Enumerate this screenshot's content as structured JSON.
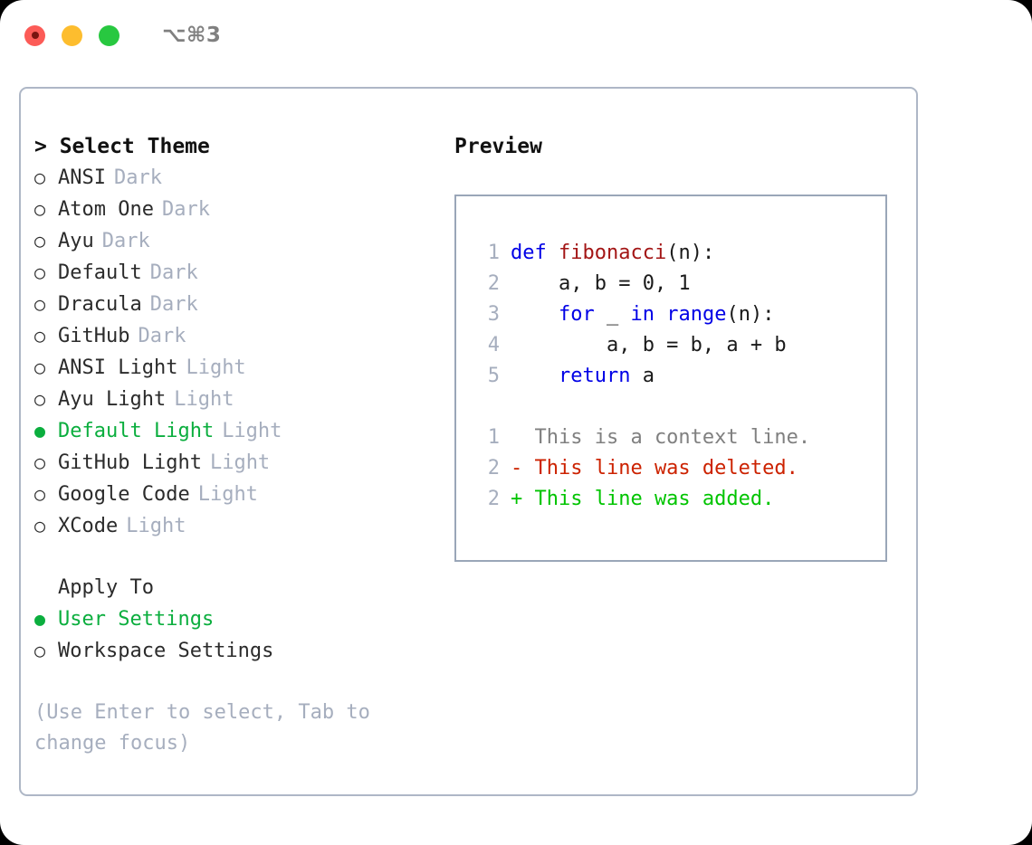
{
  "titlebar": {
    "shortcut": "⌥⌘3",
    "buttons": [
      "close",
      "minimize",
      "zoom"
    ]
  },
  "left": {
    "header": "> Select Theme",
    "marker_on": "●",
    "marker_off": "○",
    "themes": [
      {
        "label": "ANSI",
        "tag": "Dark",
        "selected": false
      },
      {
        "label": "Atom One",
        "tag": "Dark",
        "selected": false
      },
      {
        "label": "Ayu",
        "tag": "Dark",
        "selected": false
      },
      {
        "label": "Default",
        "tag": "Dark",
        "selected": false
      },
      {
        "label": "Dracula",
        "tag": "Dark",
        "selected": false
      },
      {
        "label": "GitHub",
        "tag": "Dark",
        "selected": false
      },
      {
        "label": "ANSI Light",
        "tag": "Light",
        "selected": false
      },
      {
        "label": "Ayu Light",
        "tag": "Light",
        "selected": false
      },
      {
        "label": "Default Light",
        "tag": "Light",
        "selected": true
      },
      {
        "label": "GitHub Light",
        "tag": "Light",
        "selected": false
      },
      {
        "label": "Google Code",
        "tag": "Light",
        "selected": false
      },
      {
        "label": "XCode",
        "tag": "Light",
        "selected": false
      }
    ],
    "apply_to_header": "Apply To",
    "apply_to": [
      {
        "label": "User Settings",
        "selected": true
      },
      {
        "label": "Workspace Settings",
        "selected": false
      }
    ],
    "hint": "(Use Enter to select, Tab to change focus)"
  },
  "preview": {
    "title": "Preview",
    "code_lines": [
      {
        "no": "1",
        "tokens": [
          {
            "t": "def",
            "c": "kw"
          },
          {
            "t": " ",
            "c": "code-text"
          },
          {
            "t": "fibonacci",
            "c": "fn"
          },
          {
            "t": "(n):",
            "c": "code-text"
          }
        ]
      },
      {
        "no": "2",
        "tokens": [
          {
            "t": "    a, b = 0, 1",
            "c": "code-text"
          }
        ]
      },
      {
        "no": "3",
        "tokens": [
          {
            "t": "    ",
            "c": "code-text"
          },
          {
            "t": "for",
            "c": "kw"
          },
          {
            "t": " _ ",
            "c": "code-text"
          },
          {
            "t": "in",
            "c": "kw"
          },
          {
            "t": " ",
            "c": "code-text"
          },
          {
            "t": "range",
            "c": "kw"
          },
          {
            "t": "(n):",
            "c": "code-text"
          }
        ]
      },
      {
        "no": "4",
        "tokens": [
          {
            "t": "        a, b = b, a + b",
            "c": "code-text"
          }
        ]
      },
      {
        "no": "5",
        "tokens": [
          {
            "t": "    ",
            "c": "code-text"
          },
          {
            "t": "return",
            "c": "kw"
          },
          {
            "t": " a",
            "c": "code-text"
          }
        ]
      }
    ],
    "diff_lines": [
      {
        "no": "1",
        "text": "  This is a context line.",
        "kind": "diff-ctx"
      },
      {
        "no": "2",
        "text": "- This line was deleted.",
        "kind": "diff-del"
      },
      {
        "no": "2",
        "text": "+ This line was added.",
        "kind": "diff-add"
      }
    ]
  },
  "colors": {
    "accent_green": "#0bae3e",
    "muted_blue_gray": "#a6aebe",
    "keyword_blue": "#0000e6",
    "function_red": "#a31515",
    "diff_delete": "#cc2200",
    "diff_add": "#00c400",
    "border": "#aeb7c6"
  }
}
